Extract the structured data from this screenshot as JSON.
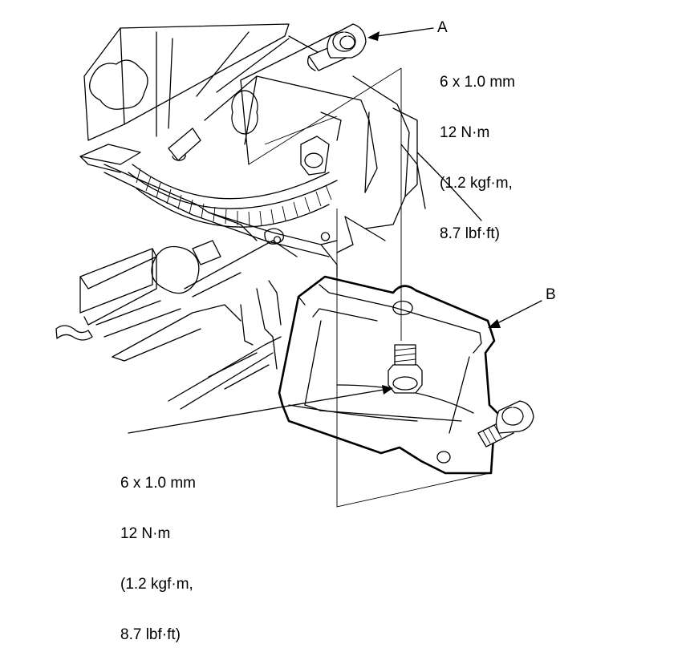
{
  "callouts": {
    "a": {
      "letter": "A",
      "lines": [
        "6 x 1.0 mm",
        "12 N·m",
        "(1.2 kgf·m,",
        "8.7 lbf·ft)"
      ]
    },
    "b": {
      "letter": "B"
    },
    "lower": {
      "lines": [
        "6 x 1.0 mm",
        "12 N·m",
        "(1.2 kgf·m,",
        "8.7 lbf·ft)"
      ]
    }
  }
}
